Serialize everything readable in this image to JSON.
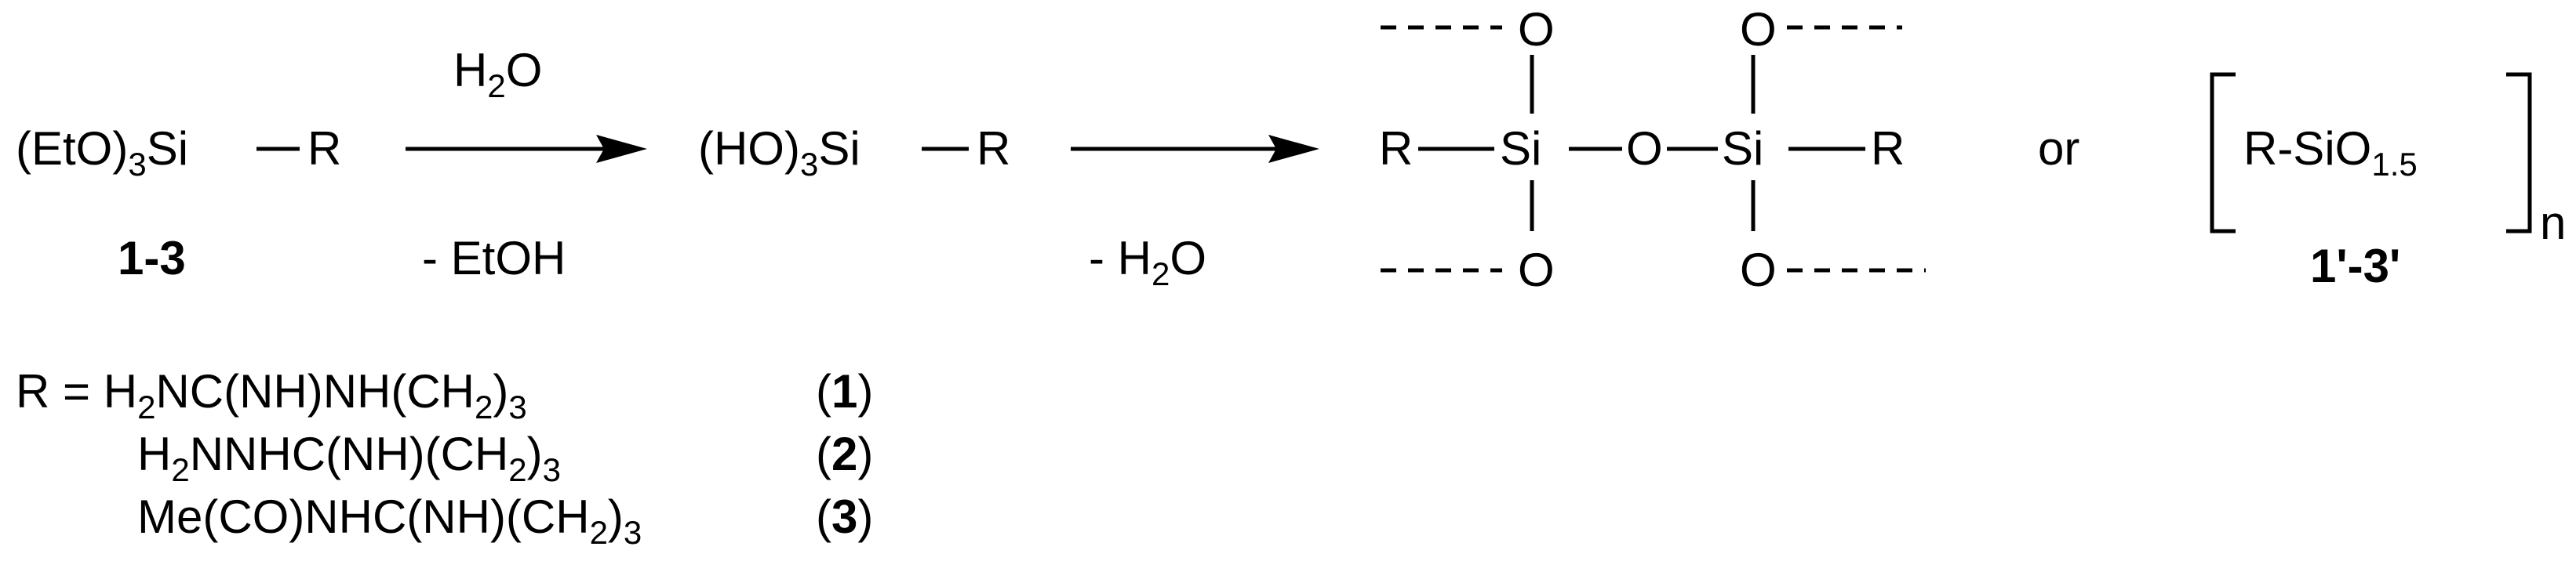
{
  "reaction": {
    "starting_material": {
      "group": "(EtO)",
      "subscript": "3",
      "atom": "Si",
      "substituent": "R",
      "compound_label": "1-3"
    },
    "step1": {
      "reagent_prefix": "H",
      "reagent_subscript": "2",
      "reagent_suffix": "O",
      "byproduct": "- EtOH"
    },
    "intermediate": {
      "group": "(HO)",
      "subscript": "3",
      "atom": "Si",
      "substituent": "R"
    },
    "step2": {
      "byproduct_prefix": "- H",
      "byproduct_subscript": "2",
      "byproduct_suffix": "O"
    },
    "product_network": {
      "left_R": "R",
      "left_Si": "Si",
      "bridge_O": "O",
      "right_Si": "Si",
      "right_R": "R",
      "O_top_left": "O",
      "O_bottom_left": "O",
      "O_top_right": "O",
      "O_bottom_right": "O"
    },
    "or_label": "or",
    "product_formula": {
      "prefix": "R-SiO",
      "subscript": "1.5",
      "repeat_index": "n",
      "compound_label": "1'-3'"
    }
  },
  "r_definitions": [
    {
      "prefix": "R = ",
      "part1": "H",
      "sub1": "2",
      "part2": "NC(NH)NH(CH",
      "sub2": "2",
      "part3": ")",
      "sub3": "3",
      "number": "1"
    },
    {
      "prefix": "",
      "part1": "H",
      "sub1": "2",
      "part2": "NNHC(NH)(CH",
      "sub2": "2",
      "part3": ")",
      "sub3": "3",
      "number": "2"
    },
    {
      "prefix": "",
      "part1": "Me(CO)NHC(NH)(CH",
      "sub1": "",
      "part2": "",
      "sub2": "2",
      "part3": ")",
      "sub3": "3",
      "number": "3"
    }
  ]
}
